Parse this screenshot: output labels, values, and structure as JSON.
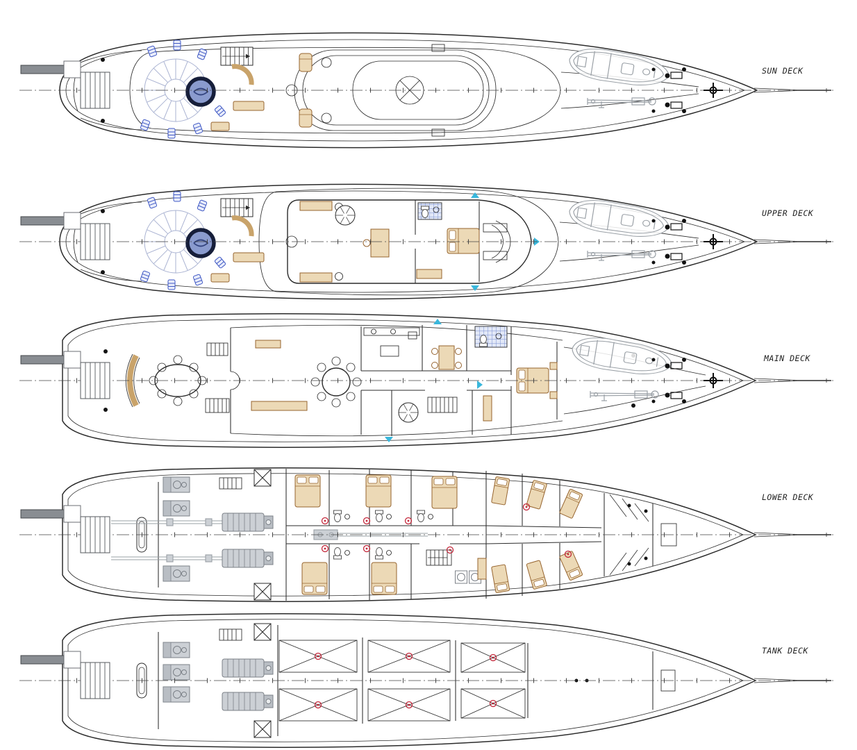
{
  "decks": [
    {
      "id": "sun-deck",
      "label": "SUN DECK"
    },
    {
      "id": "upper-deck",
      "label": "UPPER DECK"
    },
    {
      "id": "main-deck",
      "label": "MAIN DECK"
    },
    {
      "id": "lower-deck",
      "label": "LOWER DECK"
    },
    {
      "id": "tank-deck",
      "label": "TANK DECK"
    }
  ],
  "style": {
    "background": "#ffffff",
    "line_color": "#2b2b2b",
    "machinery_gray": "#9aa0a6",
    "furniture_tan": "#ecd9b6",
    "furniture_tan_outline": "#96642f",
    "deck_chair_blue": "#3f58c4",
    "pool_water_blue": "#8a9bce",
    "tile_blue": "#7b8fd0",
    "marker_red": "#c3273a",
    "marker_cyan": "#39b7dc"
  }
}
